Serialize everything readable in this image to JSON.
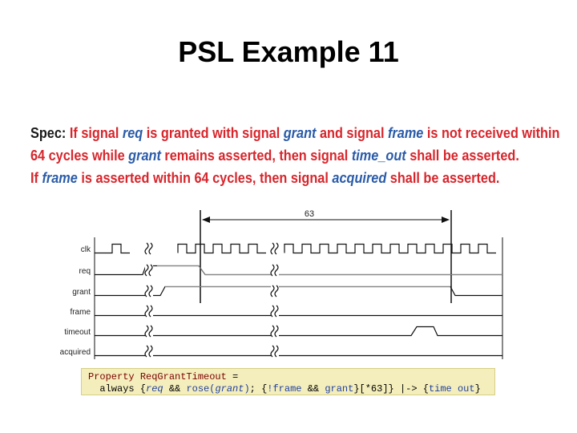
{
  "slide": {
    "title": "PSL Example 11"
  },
  "spec": {
    "line1": [
      {
        "t": "Spec: ",
        "c": "k"
      },
      {
        "t": "If signal ",
        "c": "r"
      },
      {
        "t": "req",
        "c": "b"
      },
      {
        "t": " is granted with signal ",
        "c": "r"
      },
      {
        "t": "grant",
        "c": "b"
      },
      {
        "t": " and signal ",
        "c": "r"
      },
      {
        "t": "frame",
        "c": "b"
      },
      {
        "t": " is not received within",
        "c": "r"
      }
    ],
    "line2": [
      {
        "t": "64 cycles while ",
        "c": "r"
      },
      {
        "t": "grant",
        "c": "b"
      },
      {
        "t": " remains asserted, then signal ",
        "c": "r"
      },
      {
        "t": "time_out",
        "c": "b"
      },
      {
        "t": " shall be asserted.",
        "c": "r"
      }
    ],
    "line3": [
      {
        "t": "If ",
        "c": "r"
      },
      {
        "t": "frame",
        "c": "b"
      },
      {
        "t": " is asserted within 64 cycles, then signal ",
        "c": "r"
      },
      {
        "t": "acquired",
        "c": "b"
      },
      {
        "t": " shall be asserted.",
        "c": "r"
      }
    ]
  },
  "timing": {
    "span_label": "63",
    "signals": [
      "clk",
      "req",
      "grant",
      "frame",
      "timeout",
      "acquired"
    ],
    "colors": {
      "trace": "#111111",
      "grid": "#aaaaaa",
      "active": "#888888"
    }
  },
  "code": {
    "line1": [
      {
        "t": "Property ",
        "c": "kw"
      },
      {
        "t": "ReqGrantTimeout",
        "c": "kw"
      },
      {
        "t": " =",
        "c": "op"
      }
    ],
    "line2": [
      {
        "t": "  always {",
        "c": "op"
      },
      {
        "t": "req",
        "c": "it"
      },
      {
        "t": " && ",
        "c": "op"
      },
      {
        "t": "rose(",
        "c": "id"
      },
      {
        "t": "grant",
        "c": "it"
      },
      {
        "t": ")",
        "c": "id"
      },
      {
        "t": "; {",
        "c": "op"
      },
      {
        "t": "!frame",
        "c": "id"
      },
      {
        "t": " && ",
        "c": "op"
      },
      {
        "t": "grant",
        "c": "id"
      },
      {
        "t": "}[*63]} |-> {",
        "c": "op"
      },
      {
        "t": "time out",
        "c": "id"
      },
      {
        "t": "}",
        "c": "op"
      }
    ]
  }
}
